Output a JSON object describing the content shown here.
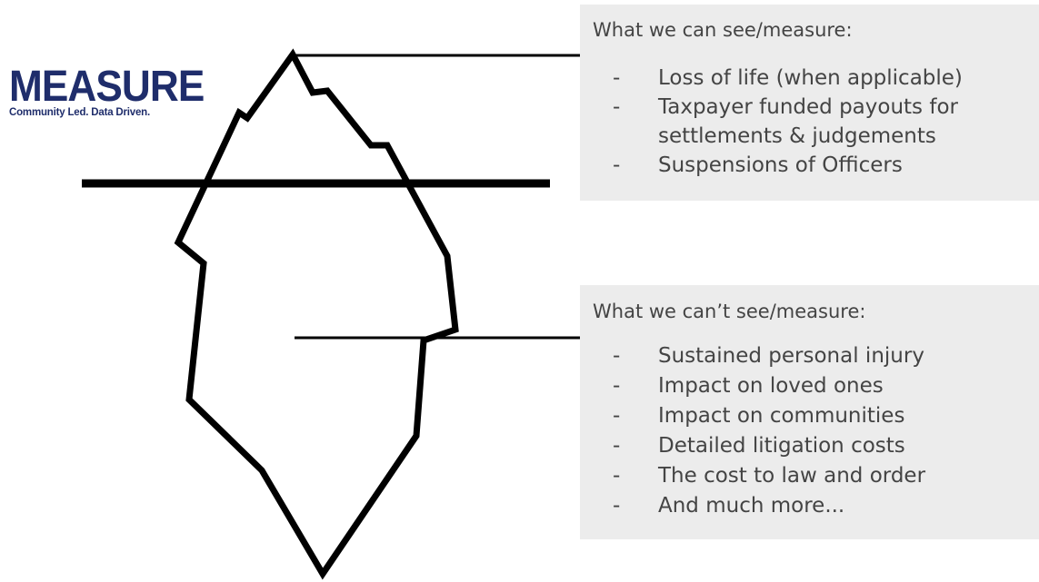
{
  "logo": {
    "title": "MEASURE",
    "tagline": "Community Led. Data Driven."
  },
  "visible_panel": {
    "heading": "What we can see/measure:",
    "items": [
      "Loss of life (when applicable)",
      "Taxpayer funded payouts for settlements & judgements",
      "Suspensions of Officers"
    ]
  },
  "hidden_panel": {
    "heading": "What we can’t see/measure:",
    "items": [
      "Sustained personal injury",
      "Impact on loved ones",
      "Impact on communities",
      "Detailed litigation costs",
      "The cost to law and order",
      "And much more..."
    ]
  },
  "list_marker": "-",
  "colors": {
    "brand": "#1f2d6b",
    "panel_background": "#ececec",
    "text": "#444444",
    "lines": "#000000"
  }
}
